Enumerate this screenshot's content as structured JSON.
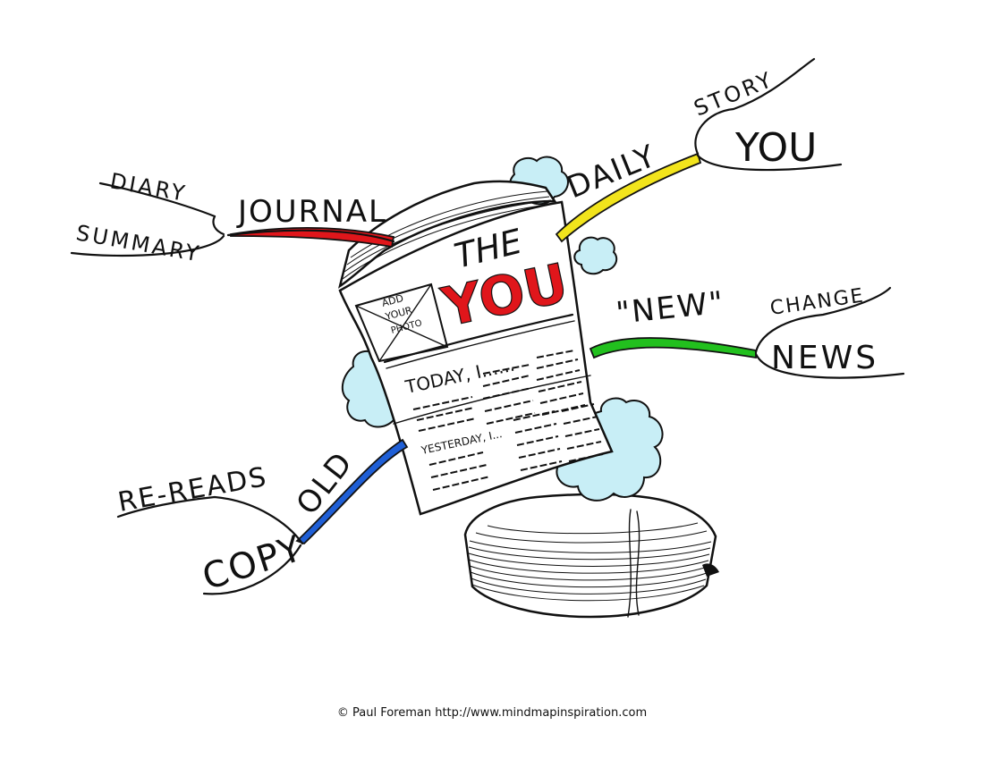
{
  "central": {
    "masthead_the": "THE",
    "masthead_you": "YOU",
    "photo_label_1": "ADD",
    "photo_label_2": "YOUR",
    "photo_label_3": "PHOTO",
    "today": "TODAY, I......",
    "yesterday": "YESTERDAY, I..."
  },
  "branches": {
    "journal": {
      "label": "JOURNAL",
      "color": "#e0161b",
      "subs": [
        "DIARY",
        "SUMMARY"
      ]
    },
    "daily": {
      "label": "DAILY",
      "color": "#f2e41c",
      "subs": [
        "STORY",
        "YOU"
      ]
    },
    "new": {
      "label": "\"NEW\"",
      "color": "#22c01e",
      "subs": [
        "CHANGE",
        "NEWS"
      ]
    },
    "old": {
      "label": "OLD",
      "color": "#1f5fd6",
      "subs": [
        "RE-READS",
        "COPY"
      ]
    }
  },
  "colors": {
    "masthead_red": "#e0161b",
    "cloud": "#c8eef6"
  },
  "credit": "© Paul Foreman http://www.mindmapinspiration.com"
}
